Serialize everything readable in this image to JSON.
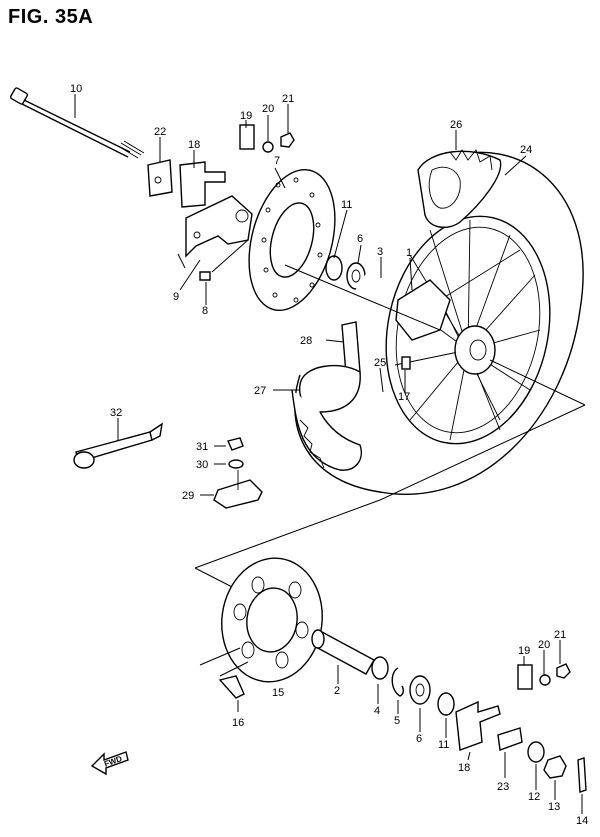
{
  "figure_title": "FIG. 35A",
  "forward_label": "FWD",
  "callouts": [
    "10",
    "22",
    "18",
    "19",
    "20",
    "21",
    "7",
    "11",
    "6",
    "3",
    "1",
    "26",
    "24",
    "9",
    "8",
    "28",
    "25",
    "27",
    "17",
    "32",
    "31",
    "30",
    "29",
    "2",
    "4",
    "5",
    "6",
    "11",
    "15",
    "16",
    "19",
    "20",
    "21",
    "18",
    "23",
    "12",
    "13",
    "14"
  ]
}
